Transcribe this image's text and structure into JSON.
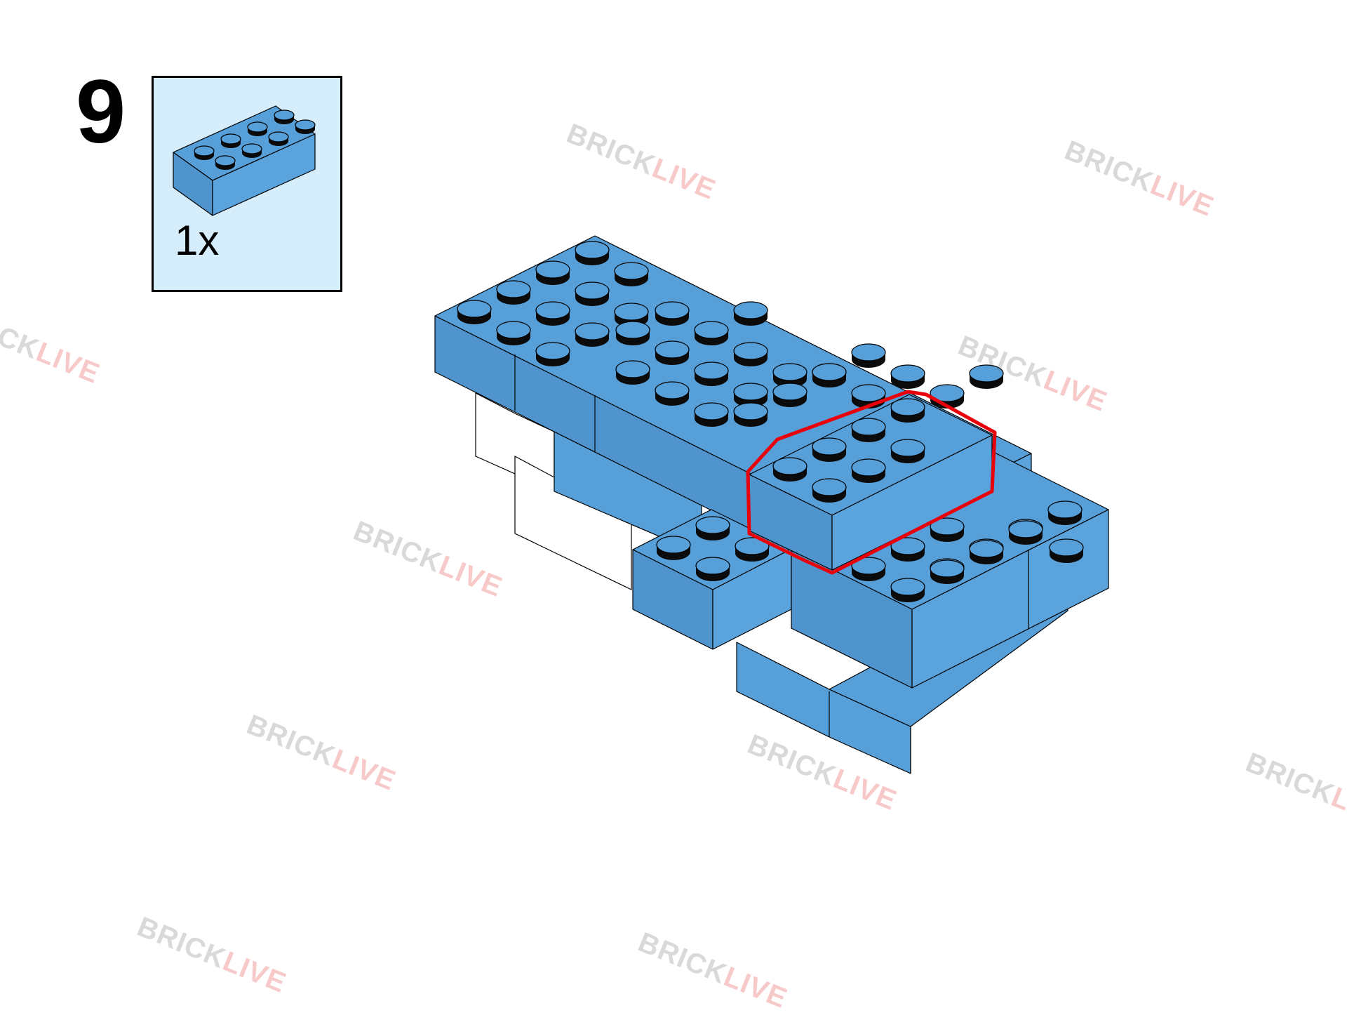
{
  "step": {
    "number": "9"
  },
  "parts_list": {
    "items": [
      {
        "part": "brick 2x4",
        "color_name": "medium blue",
        "quantity": "1x"
      }
    ]
  },
  "watermark": {
    "text_a": "BRICK",
    "text_b": "LIVE"
  },
  "colors": {
    "brick_blue": "#569fd9",
    "highlight_outline": "#e8000b",
    "parts_background": "#d6eefc",
    "white_brick": "#ffffff",
    "stud_dark": "#0b0b0b"
  }
}
